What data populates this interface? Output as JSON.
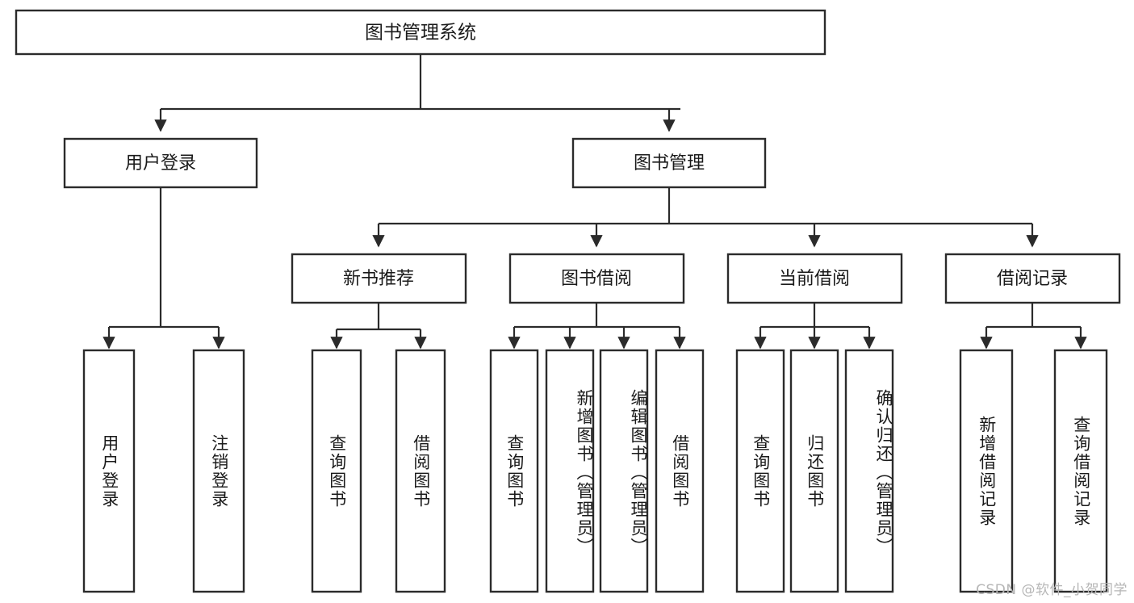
{
  "diagram": {
    "type": "tree",
    "title_node": {
      "id": "root",
      "label": "图书管理系统"
    },
    "level2": [
      {
        "id": "login",
        "label": "用户登录"
      },
      {
        "id": "book-mgmt",
        "label": "图书管理"
      }
    ],
    "level3": [
      {
        "id": "new-book-rec",
        "label": "新书推荐",
        "parent": "book-mgmt"
      },
      {
        "id": "book-borrow",
        "label": "图书借阅",
        "parent": "book-mgmt"
      },
      {
        "id": "current-borrow",
        "label": "当前借阅",
        "parent": "book-mgmt"
      },
      {
        "id": "borrow-record",
        "label": "借阅记录",
        "parent": "book-mgmt"
      }
    ],
    "leaves": {
      "login": [
        {
          "id": "user-login",
          "label": "用户登录"
        },
        {
          "id": "user-logout",
          "label": "注销登录"
        }
      ],
      "new-book-rec": [
        {
          "id": "query-book-1",
          "label": "查询图书"
        },
        {
          "id": "borrow-book-1",
          "label": "借阅图书"
        }
      ],
      "book-borrow": [
        {
          "id": "query-book-2",
          "label": "查询图书"
        },
        {
          "id": "add-book",
          "label": "新增图书（管理员）"
        },
        {
          "id": "edit-book",
          "label": "编辑图书（管理员）"
        },
        {
          "id": "borrow-book-2",
          "label": "借阅图书"
        }
      ],
      "current-borrow": [
        {
          "id": "query-book-3",
          "label": "查询图书"
        },
        {
          "id": "return-book",
          "label": "归还图书"
        },
        {
          "id": "confirm-return",
          "label": "确认归还（管理员）"
        }
      ],
      "borrow-record": [
        {
          "id": "add-borrow-record",
          "label": "新增借阅记录"
        },
        {
          "id": "query-borrow-record",
          "label": "查询借阅记录"
        }
      ]
    }
  },
  "watermark": {
    "text": "CSDN @软件_小贺同学"
  },
  "colors": {
    "box_stroke": "#2b2b2b",
    "box_fill": "#ffffff",
    "connector": "#2b2b2b",
    "text": "#1a1a1a",
    "watermark": "#b6b6b6",
    "background": "#ffffff"
  }
}
